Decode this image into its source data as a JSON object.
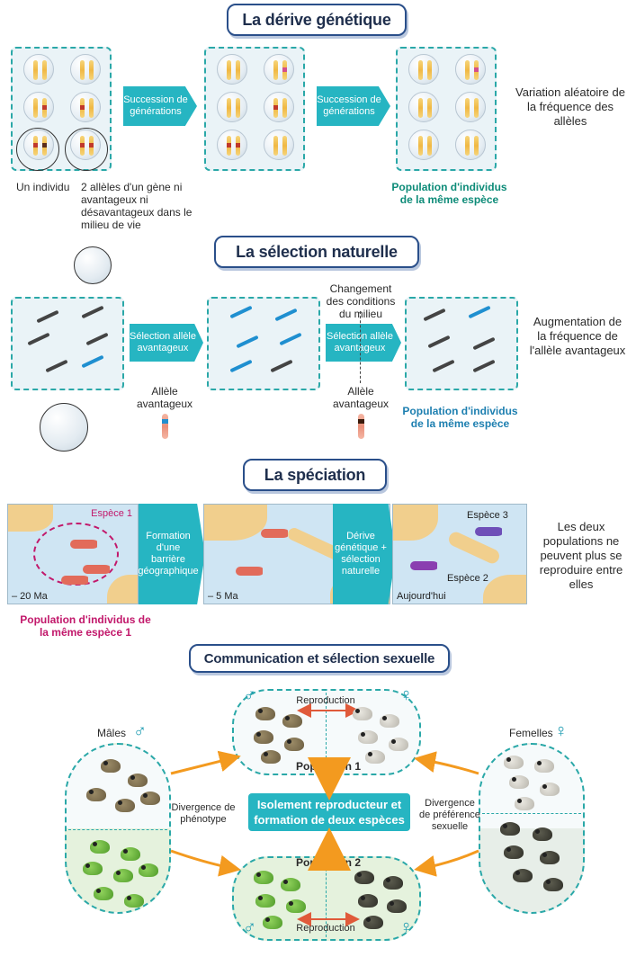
{
  "section1": {
    "title": "La dérive génétique",
    "arrow1": "Succession de générations",
    "arrow2": "Succession de générations",
    "label_individual": "Un individu",
    "label_alleles": "2 allèles d'un gène ni avantageux ni désavantageux dans le milieu de vie",
    "population_label": "Population d'individus de la même espèce",
    "conclusion": "Variation aléatoire de la fréquence des allèles"
  },
  "section2": {
    "title": "La sélection naturelle",
    "arrow1": "Sélection allèle avantageux",
    "arrow2": "Sélection allèle avantageux",
    "change_label": "Changement des conditions du milieu",
    "allele_label_1": "Allèle avantageux",
    "allele_label_2": "Allèle avantageux",
    "population_label": "Population d'individus de la même espèce",
    "conclusion": "Augmentation de la fréquence de l'allèle avantageux"
  },
  "section3": {
    "title": "La spéciation",
    "species1": "Espèce 1",
    "time1": "– 20 Ma",
    "arrow1": "Formation d'une barrière géographique",
    "time2": "– 5 Ma",
    "arrow2": "Dérive génétique + sélection naturelle",
    "species2": "Espèce 2",
    "species3": "Espèce 3",
    "time3": "Aujourd'hui",
    "population_label": "Population d'individus de la même espèce 1",
    "conclusion": "Les deux populations ne peuvent plus se reproduire entre elles"
  },
  "section4": {
    "title": "Communication et sélection sexuelle",
    "males": "Mâles",
    "females": "Femelles",
    "male_symbol": "♂",
    "female_symbol": "♀",
    "reproduction_top": "Reproduction",
    "reproduction_bottom": "Reproduction",
    "population1": "Population 1",
    "population2": "Population 2",
    "divergence_left": "Divergence de phénotype",
    "divergence_right": "Divergence de préférence sexuelle",
    "center_box": "Isolement reproducteur et formation de deux espèces"
  },
  "colors": {
    "teal": "#26b5c2",
    "title_border": "#2a4f8a",
    "pop_teal": "#0d8b78",
    "pop_blue": "#1d7fb0",
    "pop_pink": "#c2186b",
    "orange": "#f39a1f"
  }
}
